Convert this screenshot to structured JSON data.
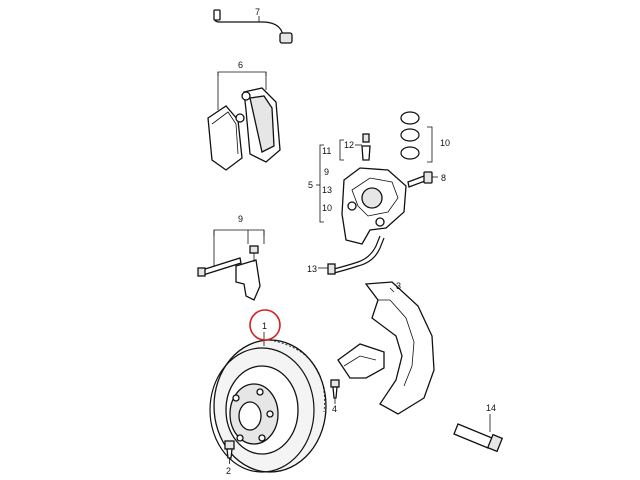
{
  "diagram": {
    "highlight_color": "#d42020",
    "labels": {
      "p1": "1",
      "p2": "2",
      "p3": "3",
      "p4": "4",
      "p5": "5",
      "p6": "6",
      "p7": "7",
      "p8": "8",
      "p9_pin": "9",
      "p9_group": "9",
      "p10_ring": "10",
      "p10_group": "10",
      "p11": "11",
      "p12": "12",
      "p13_group": "13",
      "p13_line": "13",
      "p14": "14"
    }
  }
}
